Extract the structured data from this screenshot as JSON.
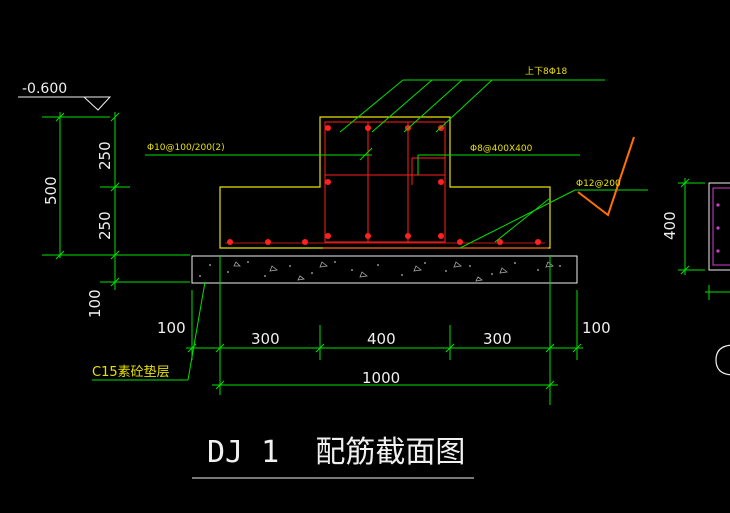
{
  "drawing": {
    "elevation_label": "-0.600",
    "dim_total_height": "500",
    "dim_upper_height": "250",
    "dim_lower_height": "250",
    "dim_cushion_height": "100",
    "dim_left_offset": "100",
    "dim_right_offset": "100",
    "dim_left_step": "300",
    "dim_column": "400",
    "dim_right_step": "300",
    "dim_total_width": "1000",
    "right_dim_400": "400",
    "callout_top_bars": "上下8Φ18",
    "callout_stirrup_a": "Φ10@100/200(2)",
    "callout_stirrup_b": "Φ8@400X400",
    "callout_mesh": "Φ12@200",
    "cushion_label": "C15素砼垫层",
    "title": "DJ 1  配筋截面图"
  }
}
